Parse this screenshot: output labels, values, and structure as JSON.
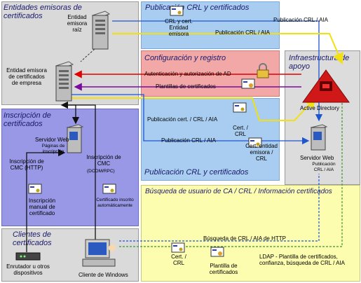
{
  "panels": {
    "root_cas": "Entidades emisoras de certificados",
    "crl_publication_top": "Publicación CRL y certificados",
    "config_registry": "Configuración y registro",
    "infrastructure": "Infraestructura de apoyo",
    "enrollment": "Inscripción de certificados",
    "crl_publication_mid": "Publicación CRL y certificados",
    "clients": "Clientes de certificados",
    "user_search": "Búsqueda de usuario de CA / CRL / Información certificados"
  },
  "nodes": {
    "root_ca": "Entidad emisora raíz",
    "enterprise_ca": "Entidad emisora de certificados de empresa",
    "web_server_left": "Servidor Web",
    "web_server_left_sub": "Páginas de inscripción",
    "active_directory": "Active Directory",
    "web_server_right": "Servidor Web",
    "web_server_right_sub": "Publicación CRL / AIA",
    "router": "Enrutador u otros dispositivos",
    "windows_client": "Cliente de Windows"
  },
  "labels": {
    "crl_cert_root": "CRL y cert. Entidad emisora",
    "pub_crl_aia_1": "Publicación CRL / AIA",
    "pub_crl_aia_2": "Publicación CRL / AIA",
    "auth_ad": "Autenticación y autorización de AD",
    "cert_templates": "Plantillas de certificados",
    "pub_cert_crl_aia": "Publicación cert. / CRL / AIA",
    "cert_crl_mid": "Cert. / CRL",
    "pub_crl_aia_3": "Publicación CRL / AIA",
    "cert_issuer_crl": "Cert. entidad emisora / CRL",
    "cmc_http": "Inscripción de CMC (HTTP)",
    "cmc_dcom": "Inscripción de CMC",
    "cmc_dcom_sub": "(DCOM/RPC)",
    "manual_enroll": "Inscripción manual de certificado",
    "auto_enroll": "Certificado inscrito automáticamente",
    "http_search": "Búsqueda de CRL / AIA de HTTP",
    "cert_crl_bottom": "Cert. / CRL",
    "cert_template_bottom": "Plantilla de certificados",
    "ldap": "LDAP - Plantilla de certificados, confianza, búsqueda de CRL / AIA"
  }
}
